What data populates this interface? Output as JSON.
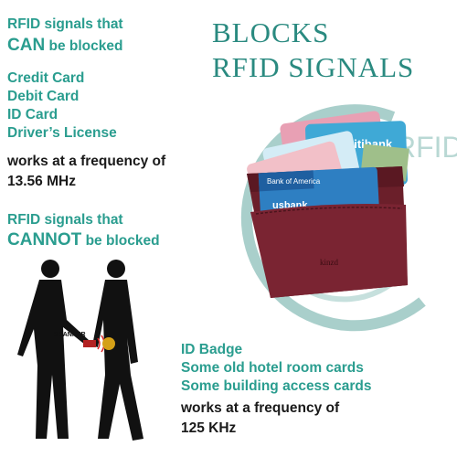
{
  "left": {
    "can_line1": "RFID signals that",
    "can_word": "CAN",
    "can_rest": " be blocked",
    "can_items": [
      "Credit Card",
      "Debit Card",
      "ID Card",
      "Driver’s License"
    ],
    "can_freq_line1": "works at a frequency of",
    "can_freq_line2": "13.56 MHz",
    "cannot_line1": "RFID signals that",
    "cannot_word": "CANNOT",
    "cannot_rest": " be blocked"
  },
  "title": {
    "line1": "BLOCKS",
    "line2": "RFID SIGNALS"
  },
  "illustration": {
    "ring_label": "RFID",
    "card_citi": "citibank",
    "card_usbank": "usbank",
    "card_boa": "Bank of America",
    "wallet_brand": "kinzd",
    "scanner_label": "SCANNER"
  },
  "bottom": {
    "items": [
      "ID Badge",
      "Some old hotel room cards",
      "Some building access cards"
    ],
    "freq_line1": "works at a frequency of",
    "freq_line2": "125 KHz"
  },
  "colors": {
    "teal": "#2a9d8f",
    "ring": "#a9cfcb",
    "wallet": "#6b1f2a",
    "text": "#1a1a1a"
  }
}
